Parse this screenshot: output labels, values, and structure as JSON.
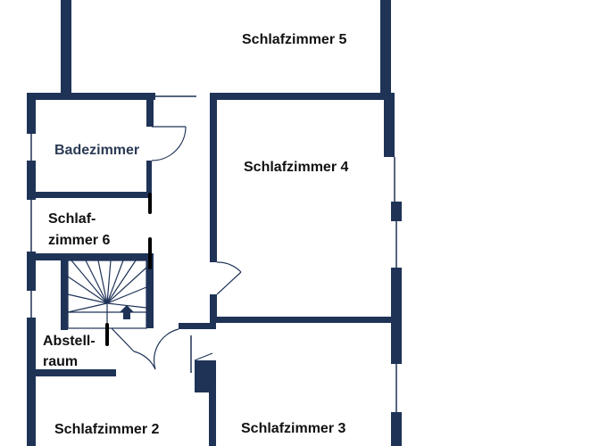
{
  "rooms": {
    "schlafzimmer_5": "Schlafzimmer 5",
    "schlafzimmer_4": "Schlafzimmer 4",
    "badezimmer": "Badezimmer",
    "schlafzimmer_6_line1": "Schlaf-",
    "schlafzimmer_6_line2": "zimmer 6",
    "abstellraum_line1": "Abstell-",
    "abstellraum_line2": "raum",
    "schlafzimmer_2": "Schlafzimmer 2",
    "schlafzimmer_3": "Schlafzimmer 3"
  },
  "colors": {
    "wall": "#1f3357",
    "marker": "#000000",
    "line": "#1f3357"
  }
}
